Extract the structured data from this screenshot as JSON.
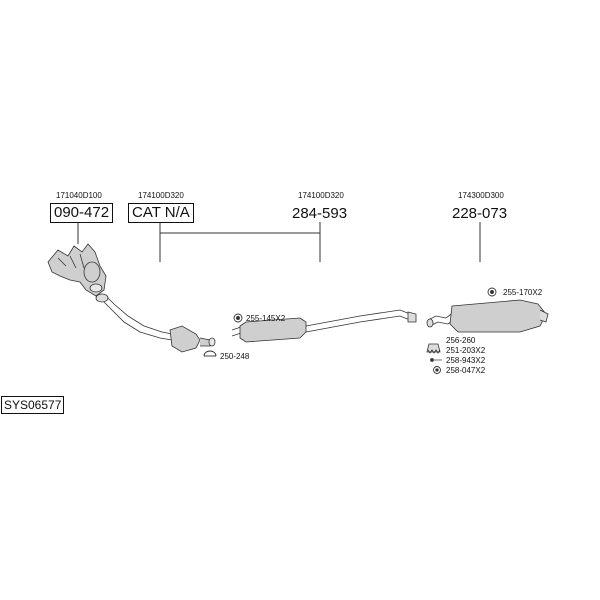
{
  "diagram": {
    "system_code": "SYS06577",
    "groups": [
      {
        "oem": "171040D100",
        "part": "090-472",
        "boxed": true
      },
      {
        "oem": "174100D320",
        "part": "CAT N/A",
        "boxed": true
      },
      {
        "oem": "174100D320",
        "part": "284-593",
        "boxed": false
      },
      {
        "oem": "174300D300",
        "part": "228-073",
        "boxed": false
      }
    ],
    "accessories": {
      "clamp_front_middle": "255-145X2",
      "bracket_cat": "250-248",
      "clamp_rear": "255-170X2",
      "mount_rubber": "256-260",
      "spring": "251-203X2",
      "bolt": "258-943X2",
      "nut": "258-047X2"
    }
  }
}
